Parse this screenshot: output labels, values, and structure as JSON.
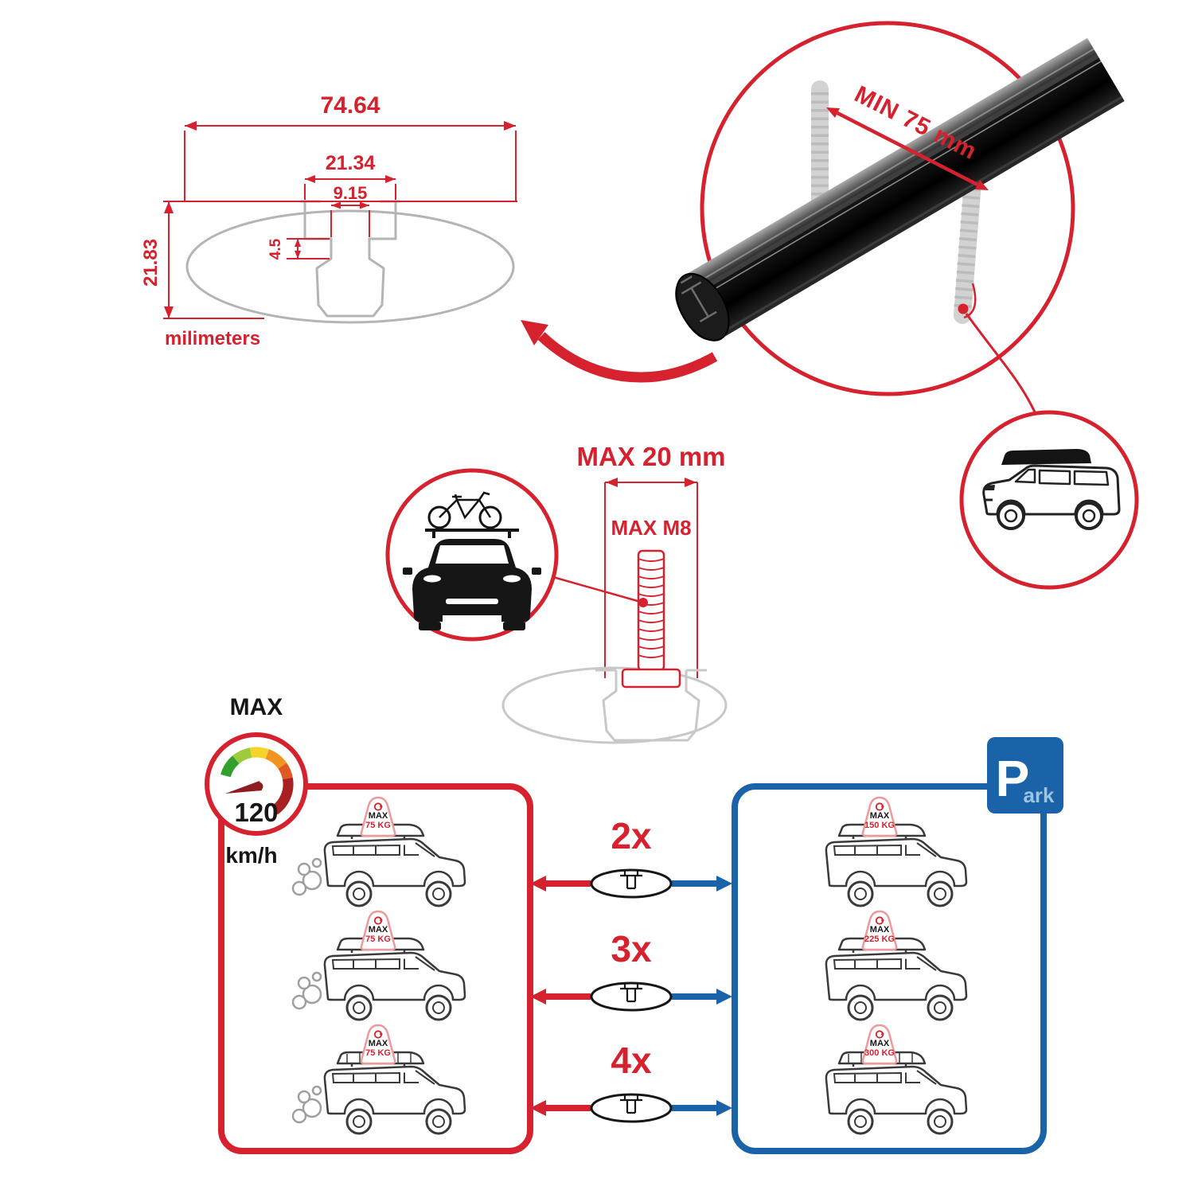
{
  "colors": {
    "accent_red": "#d6212e",
    "accent_blue": "#1a63a8",
    "drawing_gray": "#b4b4b4",
    "ink": "#161616"
  },
  "profile_drawing": {
    "total_width": "74.64",
    "outer_slot_width": "21.34",
    "inner_slot_width": "9.15",
    "lip_depth": "4.5",
    "profile_height": "21.83",
    "units_label": "milimeters"
  },
  "bar_detail": {
    "min_span_label": "MIN 75 mm"
  },
  "bolt_detail": {
    "max_width_label": "MAX 20 mm",
    "max_thread_label": "MAX M8"
  },
  "speed_limit": {
    "heading": "MAX",
    "value": "120",
    "unit": "km/h"
  },
  "driving_panel": {
    "cars": [
      {
        "tag_heading": "MAX",
        "tag_load": "75 KG"
      },
      {
        "tag_heading": "MAX",
        "tag_load": "75 KG"
      },
      {
        "tag_heading": "MAX",
        "tag_load": "75 KG"
      }
    ]
  },
  "bar_counts": [
    {
      "label": "2x"
    },
    {
      "label": "3x"
    },
    {
      "label": "4x"
    }
  ],
  "parking_panel": {
    "sign_letter": "P",
    "sign_suffix": "ark",
    "cars": [
      {
        "tag_heading": "MAX",
        "tag_load": "150 KG"
      },
      {
        "tag_heading": "MAX",
        "tag_load": "225 KG"
      },
      {
        "tag_heading": "MAX",
        "tag_load": "300 KG"
      }
    ]
  }
}
